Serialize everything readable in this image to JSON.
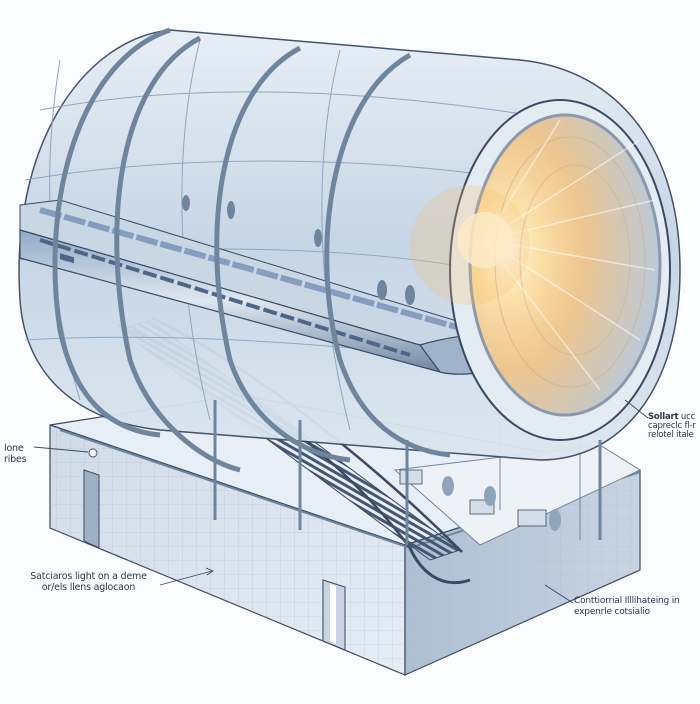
{
  "diagram": {
    "subject": "Glass tube transit station with train, escalator and waiting lounge",
    "colors": {
      "background": "#fbfcfd",
      "glass": "#c9d8e6",
      "glass_dark": "#8ea6bf",
      "frame": "#6f859e",
      "outline": "#3a4a63",
      "building_wall": "#d6e0ec",
      "sunlight": "#f6c06a",
      "sunlight_core": "#fff4d8",
      "text": "#2a3550"
    }
  },
  "annotations": {
    "zone": {
      "line1": "lone",
      "line2": "ribes"
    },
    "solar": {
      "line1": "Sollart",
      "line1_suffix": "ucc",
      "line2": "capreclc",
      "line2_suffix": "fl-r",
      "line3": "relotel",
      "line3_suffix": "itale"
    },
    "sat": {
      "line1": "Satciaros light on a deme",
      "line2": "or/els llens aglocaon"
    },
    "cont": {
      "line1": "Conttiorrial Illlihateing in",
      "line2": "expenrle cotsialio"
    }
  },
  "icons": {
    "callout_marker": "circle-marker-icon",
    "arrow": "arrow-pointer-icon"
  }
}
